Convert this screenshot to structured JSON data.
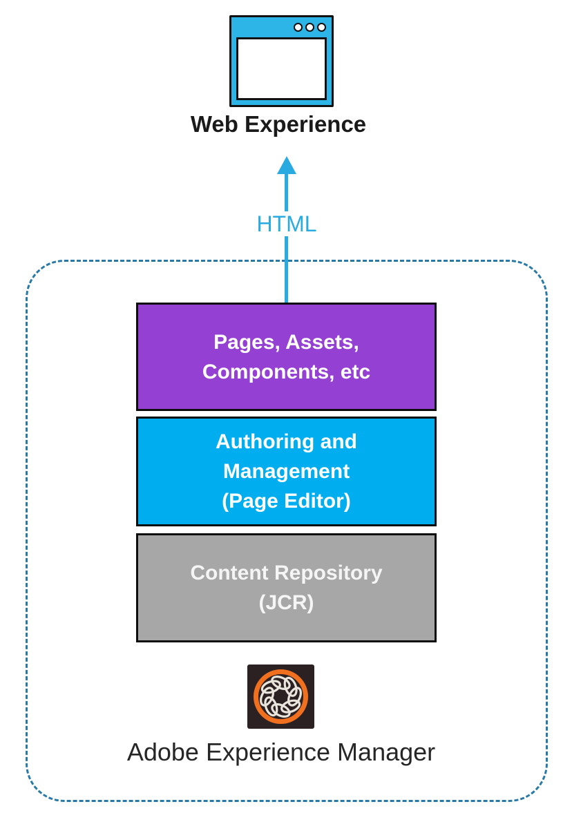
{
  "diagram": {
    "web_experience": {
      "label": "Web Experience"
    },
    "arrow": {
      "label": "HTML",
      "color": "#29ABE2"
    },
    "aem": {
      "name": "Adobe Experience Manager",
      "layers": [
        {
          "id": "pages-assets-components",
          "lines": [
            "Pages, Assets,",
            "Components, etc"
          ],
          "color": "#9340D3"
        },
        {
          "id": "authoring-management",
          "lines": [
            "Authoring and",
            "Management",
            "(Page Editor)"
          ],
          "color": "#00AEEF"
        },
        {
          "id": "content-repository",
          "lines": [
            "Content Repository",
            "(JCR)"
          ],
          "color": "#A7A7A7"
        }
      ]
    },
    "colors": {
      "browser_icon_fill": "#2EB5E8",
      "arrow_cyan": "#29ABE2",
      "dashed_border_blue": "#2979A7",
      "layer_purple": "#9340D3",
      "layer_cyan": "#00AEEF",
      "layer_gray": "#A7A7A7",
      "box_border_black": "#0d0d0d",
      "logo_background": "#2B2123",
      "logo_ring_orange": "#F1701F",
      "logo_wreath_cream": "#EAE5DC"
    }
  }
}
